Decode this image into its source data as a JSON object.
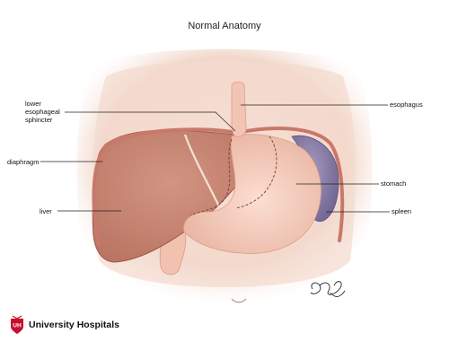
{
  "title": "Normal Anatomy",
  "labels": {
    "sphincter": [
      "lower",
      "esophageal",
      "sphincter"
    ],
    "esophagus": "esophagus",
    "diaphragm": "diaphragm",
    "stomach": "stomach",
    "liver": "liver",
    "spleen": "spleen"
  },
  "logo": {
    "text": "University Hospitals",
    "mark_text": "UH",
    "mark_color": "#c8102e"
  },
  "colors": {
    "skin": "#f4ded4",
    "liver": "#c98470",
    "stomach": "#f5cbbb",
    "spleen": "#8e82a8",
    "diaphragm": "#c8786a"
  }
}
